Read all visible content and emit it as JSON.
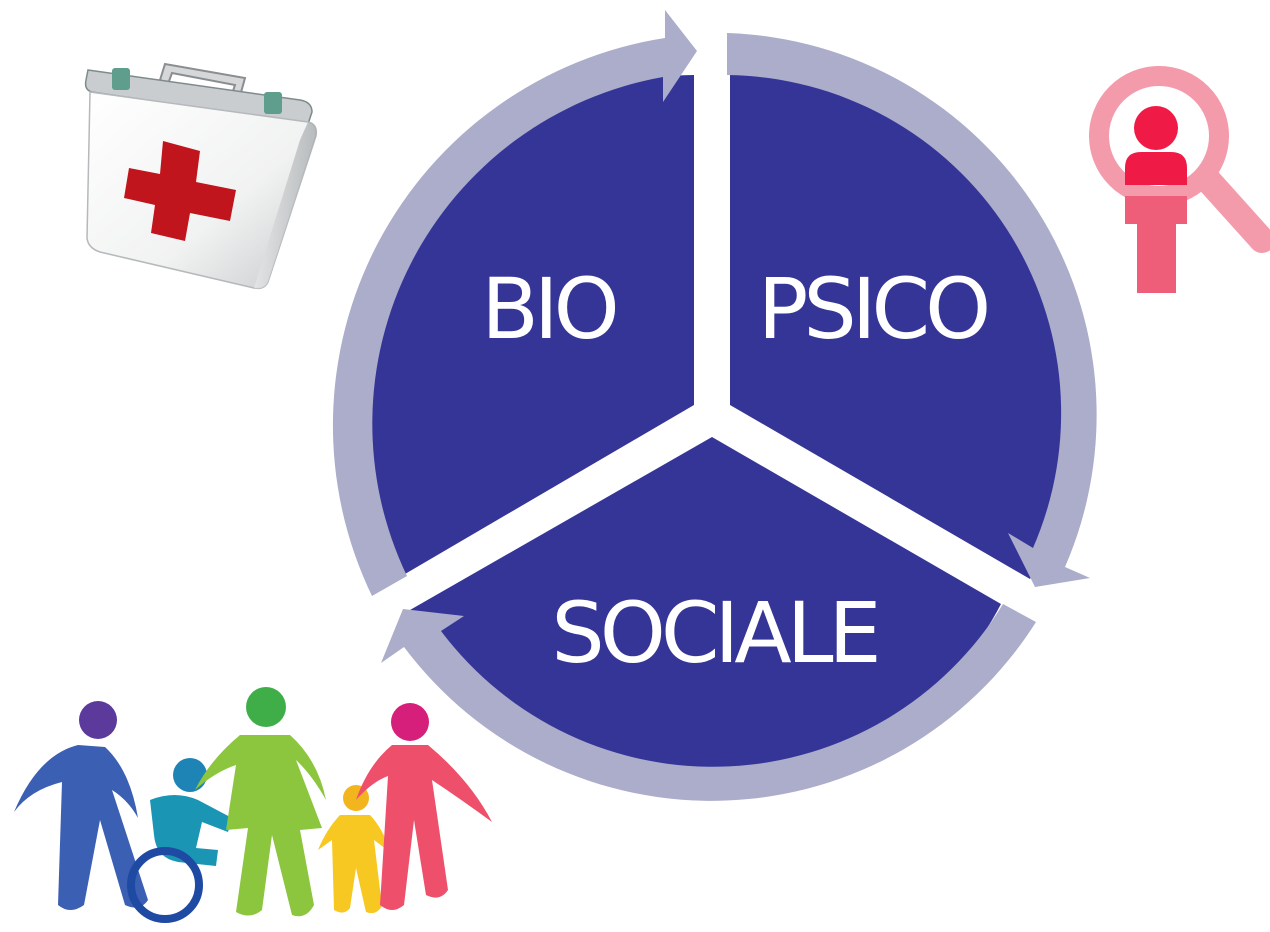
{
  "diagram": {
    "segments": [
      {
        "id": "bio",
        "label": "BIO",
        "illustration": "first-aid-kit-icon"
      },
      {
        "id": "psico",
        "label": "PSICO",
        "illustration": "person-search-icon"
      },
      {
        "id": "sociale",
        "label": "SOCIALE",
        "illustration": "family-group-icon"
      }
    ]
  },
  "colors": {
    "segment_fill": "#353597",
    "ring_arrow": "#abadca",
    "label_text": "#ffffff",
    "kit_red": "#c0151c",
    "search_pink": "#f39bab",
    "person_red": "#ef1a45"
  }
}
